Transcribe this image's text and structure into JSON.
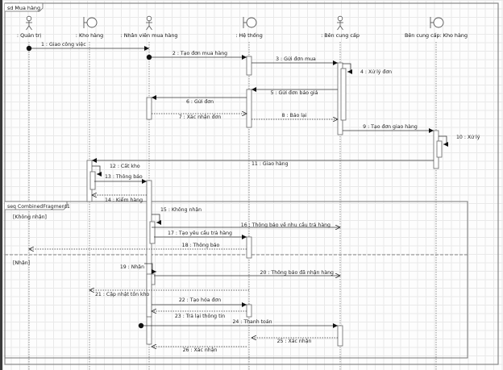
{
  "diagram": {
    "frame_title": "sd Mua hàng",
    "participants": [
      {
        "id": "quan_tri",
        "label": ": Quản trị",
        "kind": "actor"
      },
      {
        "id": "kho_hang",
        "label": ": Kho hàng",
        "kind": "boundary"
      },
      {
        "id": "nhan_vien",
        "label": ": Nhân viên mua hàng",
        "kind": "actor"
      },
      {
        "id": "he_thong",
        "label": ": Hệ thống",
        "kind": "boundary"
      },
      {
        "id": "ben_cung_cap",
        "label": ": Bên cung cấp",
        "kind": "actor"
      },
      {
        "id": "bcc_kho_hang",
        "label": "Bên cung cấp: Kho hàng",
        "kind": "boundary"
      }
    ],
    "messages": [
      {
        "n": 1,
        "label": "1 : Giao công việc",
        "from": "quan_tri",
        "to": "nhan_vien",
        "type": "found"
      },
      {
        "n": 2,
        "label": "2 : Tạo đơn mua hàng",
        "from": "nhan_vien",
        "to": "he_thong",
        "type": "found"
      },
      {
        "n": 3,
        "label": "3 : Gửi đơn mua",
        "from": "he_thong",
        "to": "ben_cung_cap",
        "type": "sync"
      },
      {
        "n": 4,
        "label": "4 : Xử lý đơn",
        "from": "ben_cung_cap",
        "to": "ben_cung_cap",
        "type": "self"
      },
      {
        "n": 5,
        "label": "5 : Gửi đơn báo giá",
        "from": "ben_cung_cap",
        "to": "he_thong",
        "type": "sync"
      },
      {
        "n": 6,
        "label": "6 : Gửi đơn",
        "from": "he_thong",
        "to": "nhan_vien",
        "type": "sync"
      },
      {
        "n": 7,
        "label": "7 : Xác nhận đơn",
        "from": "nhan_vien",
        "to": "he_thong",
        "type": "reply"
      },
      {
        "n": 8,
        "label": "8 : Báo lại",
        "from": "he_thong",
        "to": "ben_cung_cap",
        "type": "reply"
      },
      {
        "n": 9,
        "label": "9 : Tạo đơn giao hàng",
        "from": "ben_cung_cap",
        "to": "bcc_kho_hang",
        "type": "sync"
      },
      {
        "n": 10,
        "label": "10 : Xử lý",
        "from": "bcc_kho_hang",
        "to": "bcc_kho_hang",
        "type": "self"
      },
      {
        "n": 11,
        "label": "11 : Giao hàng",
        "from": "bcc_kho_hang",
        "to": "kho_hang",
        "type": "sync"
      },
      {
        "n": 12,
        "label": "12 : Cất kho",
        "from": "kho_hang",
        "to": "kho_hang",
        "type": "self"
      },
      {
        "n": 13,
        "label": "13 : Thông báo",
        "from": "kho_hang",
        "to": "nhan_vien",
        "type": "sync"
      },
      {
        "n": 14,
        "label": "14 : Kiểm hàng",
        "from": "nhan_vien",
        "to": "kho_hang",
        "type": "reply"
      },
      {
        "n": 15,
        "label": "15 : Không nhận",
        "from": "nhan_vien",
        "to": "nhan_vien",
        "type": "self"
      },
      {
        "n": 16,
        "label": "16 : Thông báo về nhu cầu trả hàng",
        "from": "nhan_vien",
        "to": "ben_cung_cap",
        "type": "async"
      },
      {
        "n": 17,
        "label": "17 : Tạo yêu cầu trả hàng",
        "from": "nhan_vien",
        "to": "he_thong",
        "type": "sync"
      },
      {
        "n": 18,
        "label": "18 : Thông báo",
        "from": "he_thong",
        "to": "quan_tri",
        "type": "reply"
      },
      {
        "n": 19,
        "label": "19 : Nhận",
        "from": "nhan_vien",
        "to": "nhan_vien",
        "type": "self"
      },
      {
        "n": 20,
        "label": "20 : Thông báo đã nhận hàng",
        "from": "nhan_vien",
        "to": "ben_cung_cap",
        "type": "async"
      },
      {
        "n": 21,
        "label": "21 : Cập nhật tồn kho",
        "from": "he_thong",
        "to": "kho_hang",
        "type": "reply"
      },
      {
        "n": 22,
        "label": "22 : Tạo hóa đơn",
        "from": "nhan_vien",
        "to": "he_thong",
        "type": "sync"
      },
      {
        "n": 23,
        "label": "23 : Trả lại thông tin",
        "from": "he_thong",
        "to": "nhan_vien",
        "type": "reply"
      },
      {
        "n": 24,
        "label": "24 : Thanh toán",
        "from": "nhan_vien",
        "to": "ben_cung_cap",
        "type": "found"
      },
      {
        "n": 25,
        "label": "25 : Xác nhận",
        "from": "ben_cung_cap",
        "to": "he_thong",
        "type": "reply"
      },
      {
        "n": 26,
        "label": "26 : Xác nhận",
        "from": "he_thong",
        "to": "nhan_vien",
        "type": "reply"
      }
    ],
    "combined_fragment": {
      "operator_label": "seq CombinedFragment1",
      "operands": [
        {
          "guard": "[Không nhận]"
        },
        {
          "guard": "[Nhận]"
        }
      ]
    }
  }
}
